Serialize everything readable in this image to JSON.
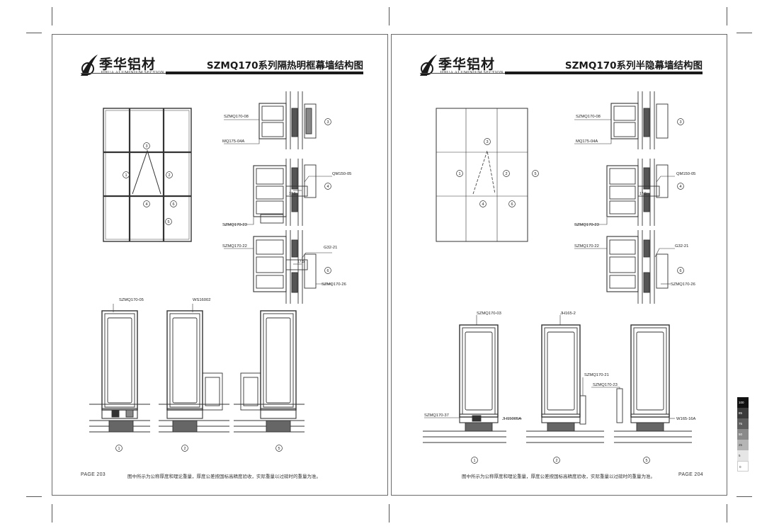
{
  "left_page": {
    "brand_cn": "季华铝材",
    "brand_en": "JIHUA ALUMINIUM SECTION",
    "title": "SZMQ170系列隔热明框幕墙结构图",
    "labels": {
      "szmq170_08": "SZMQ170-08",
      "mq175_04a": "MQ175-04A",
      "qm150_05": "QM150-05",
      "dim_17_5_a": "17.5",
      "szmq170_23": "SZMQ170-23",
      "szmq170_22": "SZMQ170-22",
      "g32_21": "G32-21",
      "dim_17_5_b": "17.5",
      "szmq170_26": "SZMQ170-26",
      "szmq170_05": "SZMQ170-05",
      "ws16002": "WS16002"
    },
    "elevation_markers": [
      "1",
      "2",
      "3",
      "4",
      "5",
      "6"
    ],
    "section_markers": [
      "3",
      "4",
      "6"
    ],
    "bottom_markers": [
      "1",
      "2",
      "5"
    ],
    "page_number": "PAGE 203",
    "note": "图中所示为公称厚度和理论重量，厚度公差按国标高精度验收，实际重量以过磅时的重量为准。"
  },
  "right_page": {
    "brand_cn": "季华铝材",
    "brand_en": "JIHUA ALUMINIUM SECTION",
    "title": "SZMQ170系列半隐幕墙结构图",
    "labels": {
      "szmq170_08": "SZMQ170-08",
      "mq175_04a": "MQ175-04A",
      "qm150_05": "QM150-05",
      "dim_17_5_a": "17.5",
      "szmq170_23": "SZMQ170-23",
      "szmq170_22": "SZMQ170-22",
      "g32_21": "G32-21",
      "szmq170_26": "SZMQ170-26",
      "szmq170_03": "SZMQ170-03",
      "jh165_2": "JH165-2",
      "szmq170_21": "SZMQ170-21",
      "szmq170_23b": "SZMQ170-23",
      "szmq170_37": "SZMQ170-37",
      "jh15005a": "JH15005A",
      "w165_16a": "W165-16A"
    },
    "elevation_markers": [
      "1",
      "2",
      "3",
      "4",
      "5",
      "6"
    ],
    "section_markers": [
      "3",
      "4",
      "6"
    ],
    "bottom_markers": [
      "1",
      "2",
      "5"
    ],
    "page_number": "PAGE 204",
    "note": "图中所示为公称厚度和理论重量，厚度公差按国标高精度验收，实际重量以过磅时的重量为准。"
  },
  "color_bar": [
    "100",
    "85",
    "75",
    "50",
    "25",
    "5",
    "0"
  ],
  "colors": {
    "ink": "#222222",
    "frame": "#6a6a6a",
    "glass_fill": "#ffffff",
    "hatch": "#555555"
  }
}
